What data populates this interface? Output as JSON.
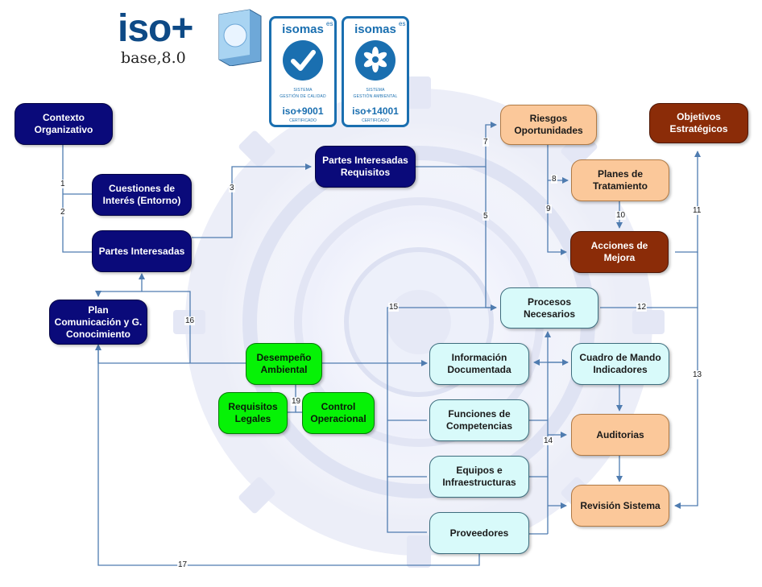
{
  "logo": {
    "text": "iso+",
    "version": "base,8.0"
  },
  "badges": [
    {
      "brand": "isomas",
      "sup": "es",
      "line1": "SISTEMA",
      "line2": "GESTIÓN DE CALIDAD",
      "standard": "iso+9001",
      "cert": "CERTIFICADO",
      "icon": "checkmark-icon"
    },
    {
      "brand": "isomas",
      "sup": "es",
      "line1": "SISTEMA",
      "line2": "GESTIÓN AMBIENTAL",
      "standard": "iso+14001",
      "cert": "CERTIFICADO",
      "icon": "flower-icon"
    }
  ],
  "nodes": {
    "contexto": "Contexto\nOrganizativo",
    "cuestiones": "Cuestiones de\nInterés (Entorno)",
    "partes": "Partes Interesadas",
    "plan": "Plan\nComunicación y G.\nConocimiento",
    "partes_req": "Partes Interesadas\nRequisitos",
    "riesgos": "Riesgos\nOportunidades",
    "objetivos": "Objetivos\nEstratégicos",
    "planes": "Planes de\nTratamiento",
    "acciones": "Acciones de\nMejora",
    "procesos": "Procesos\nNecesarios",
    "desempeno": "Desempeño\nAmbiental",
    "req_legales": "Requisitos\nLegales",
    "control": "Control\nOperacional",
    "informacion": "Información\nDocumentada",
    "cuadro": "Cuadro de Mando\nIndicadores",
    "funciones": "Funciones de\nCompetencias",
    "auditorias": "Auditorias",
    "equipos": "Equipos e\nInfraestructuras",
    "revision": "Revisión Sistema",
    "proveedores": "Proveedores"
  },
  "connector_numbers": [
    "1",
    "2",
    "3",
    "5",
    "7",
    "8",
    "9",
    "10",
    "11",
    "12",
    "13",
    "14",
    "15",
    "16",
    "17",
    "19"
  ],
  "colors": {
    "navy": "#0a0a7a",
    "peach": "#fbc89a",
    "rust": "#8b2c08",
    "cyan": "#d8fafa",
    "green": "#06f206",
    "connector": "#4f7cb0"
  }
}
